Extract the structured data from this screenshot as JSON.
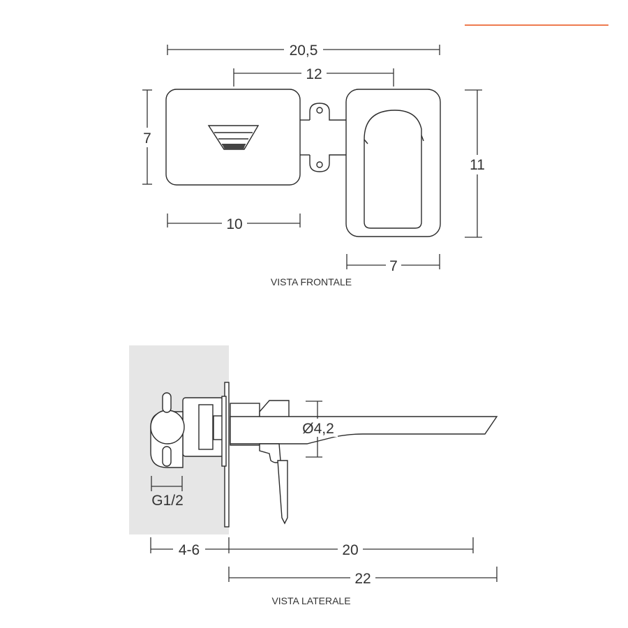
{
  "accent_color": "#ee7b4f",
  "wall_color": "#e6e6e6",
  "front_view": {
    "caption": "VISTA FRONTALE",
    "dims": {
      "overall_width": "20,5",
      "spout_center": "12",
      "plate_height": "7",
      "plate_width": "10",
      "lever_plate_height": "11",
      "lever_plate_width": "7"
    }
  },
  "side_view": {
    "caption": "VISTA LATERALE",
    "dims": {
      "connection": "G1/2",
      "wall_depth": "4-6",
      "spout_projection": "20",
      "total_projection": "22",
      "spout_diameter": "Ø4,2"
    }
  }
}
